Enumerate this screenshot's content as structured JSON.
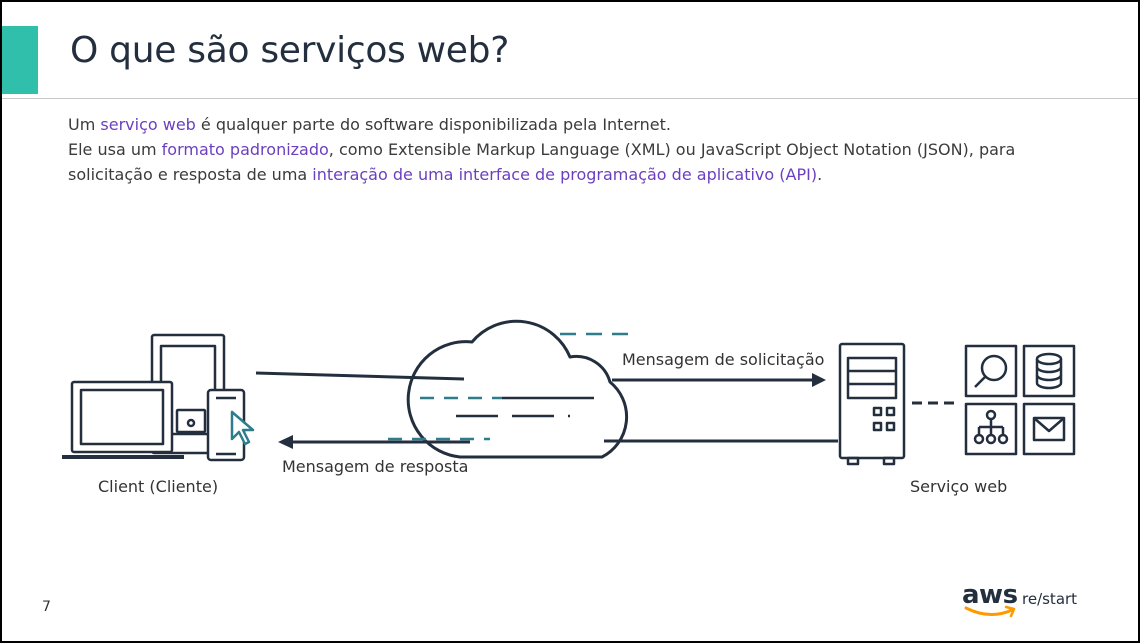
{
  "title": "O que são serviços web?",
  "body": {
    "line1": {
      "pre": "Um ",
      "hl1": "serviço web",
      "post": " é qualquer parte do software disponibilizada pela Internet."
    },
    "line2": {
      "pre": "Ele usa um ",
      "hl1": "formato padronizado",
      "mid": ", como Extensible Markup Language (XML) ou JavaScript Object Notation (JSON), para solicitação e resposta de uma ",
      "hl2": "interação de uma interface de programação de aplicativo (API)",
      "post": "."
    }
  },
  "diagram": {
    "client_label": "Client (Cliente)",
    "service_label": "Serviço web",
    "request_label": "Mensagem de solicitação",
    "response_label": "Mensagem de resposta",
    "service_icons": [
      "search-icon",
      "database-icon",
      "hierarchy-icon",
      "mail-icon"
    ]
  },
  "page_number": "7",
  "logo": {
    "brand": "aws",
    "product": "re/start"
  },
  "colors": {
    "accent": "#2fbfaa",
    "highlight": "#6b3fbf",
    "dark": "#232f3e",
    "teal_dash": "#2e7d8c",
    "smile": "#ff9900"
  }
}
